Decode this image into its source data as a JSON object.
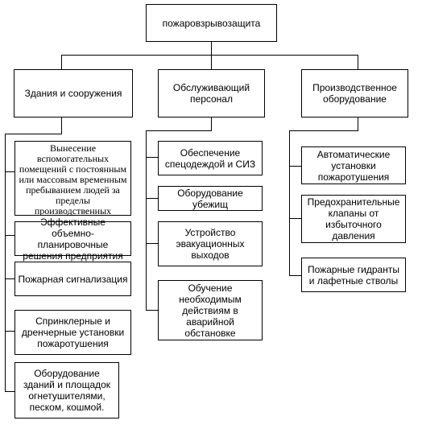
{
  "root": {
    "label": "пожаровзрывозащита"
  },
  "columns": [
    {
      "title": "Здания и сооружения",
      "items": [
        "Вынесение вспомогательных помещений с постоянным или массовым временным пребыванием людей за пределы производственных площадок",
        "Эффективные объемно-планировочные решения предприятия",
        "Пожарная сигнализация",
        "Спринклерные и дренчерные установки пожаротушения",
        "Оборудование зданий и площадок огнетушителями, песком, кошмой."
      ]
    },
    {
      "title": "Обслуживающий персонал",
      "items": [
        "Обеспечение спецодеждой и СИЗ",
        "Оборудование убежищ",
        "Устройство эвакуационных выходов",
        "Обучение необходимым действиям в аварийной обстановке"
      ]
    },
    {
      "title": "Производственное оборудование",
      "items": [
        "Автоматические установки пожаротушения",
        "Предохранительные клапаны от избыточного давления",
        "Пожарные гидранты и лафетные стволы"
      ]
    }
  ]
}
